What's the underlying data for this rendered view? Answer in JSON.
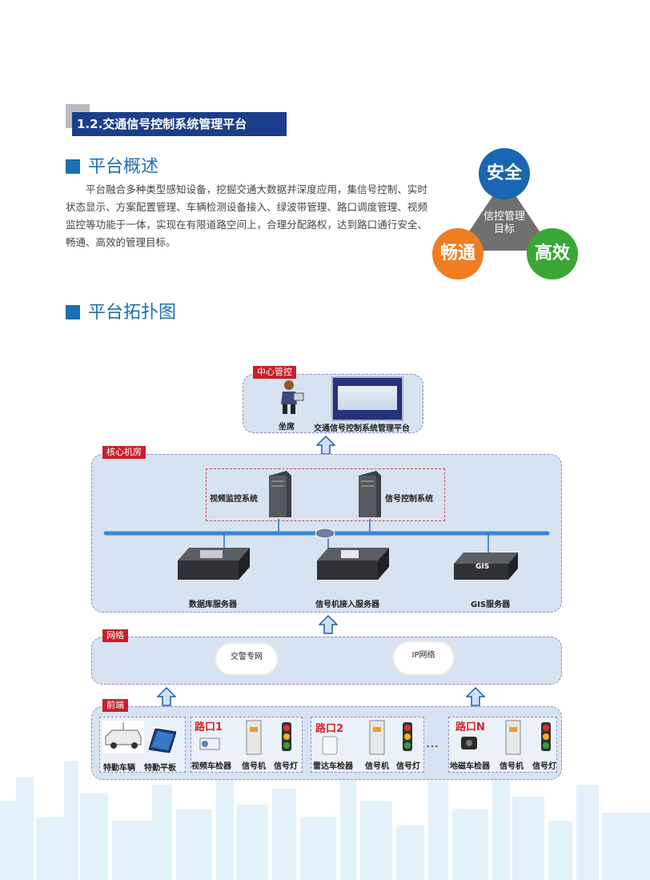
{
  "section_title": "1.2.交通信号控制系统管理平台",
  "overview": {
    "heading": "平台概述",
    "text": "平台融合多种类型感知设备，挖掘交通大数据并深度应用，集信号控制、实时状态显示、方案配置管理、车辆检测设备接入、绿波带管理、路口调度管理、视频监控等功能于一体，实现在有限道路空间上，合理分配路权，达到路口通行安全、畅通、高效的管理目标。"
  },
  "goals": {
    "center_line1": "信控管理",
    "center_line2": "目标",
    "safety": "安全",
    "smooth": "畅通",
    "efficient": "高效",
    "colors": {
      "safety": "#1a66b2",
      "smooth": "#ef7d22",
      "efficient": "#3aa635",
      "center": "#707070"
    }
  },
  "topology": {
    "heading": "平台拓扑图",
    "center": {
      "tag": "中心管控",
      "seat": "坐席",
      "platform": "交通信号控制系统管理平台"
    },
    "core": {
      "tag": "核心机房",
      "video_system": "视频监控系统",
      "signal_system": "信号控制系统",
      "db_server": "数据库服务器",
      "signal_access_server": "信号机接入服务器",
      "gis_server": "GIS服务器",
      "gis_text": "GIS"
    },
    "network": {
      "tag": "网络",
      "police_net": "交警专网",
      "ip_net": "IP网络"
    },
    "front": {
      "tag": "前端",
      "vehicle": "特勤车辆",
      "tablet": "特勤平板",
      "intersections": [
        {
          "name": "路口1",
          "detector": "视频车检器",
          "controller": "信号机",
          "light": "信号灯"
        },
        {
          "name": "路口2",
          "detector": "雷达车检器",
          "controller": "信号机",
          "light": "信号灯"
        },
        {
          "name": "路口N",
          "detector": "地磁车检器",
          "controller": "信号机",
          "light": "信号灯"
        }
      ],
      "ellipsis": "…"
    }
  }
}
